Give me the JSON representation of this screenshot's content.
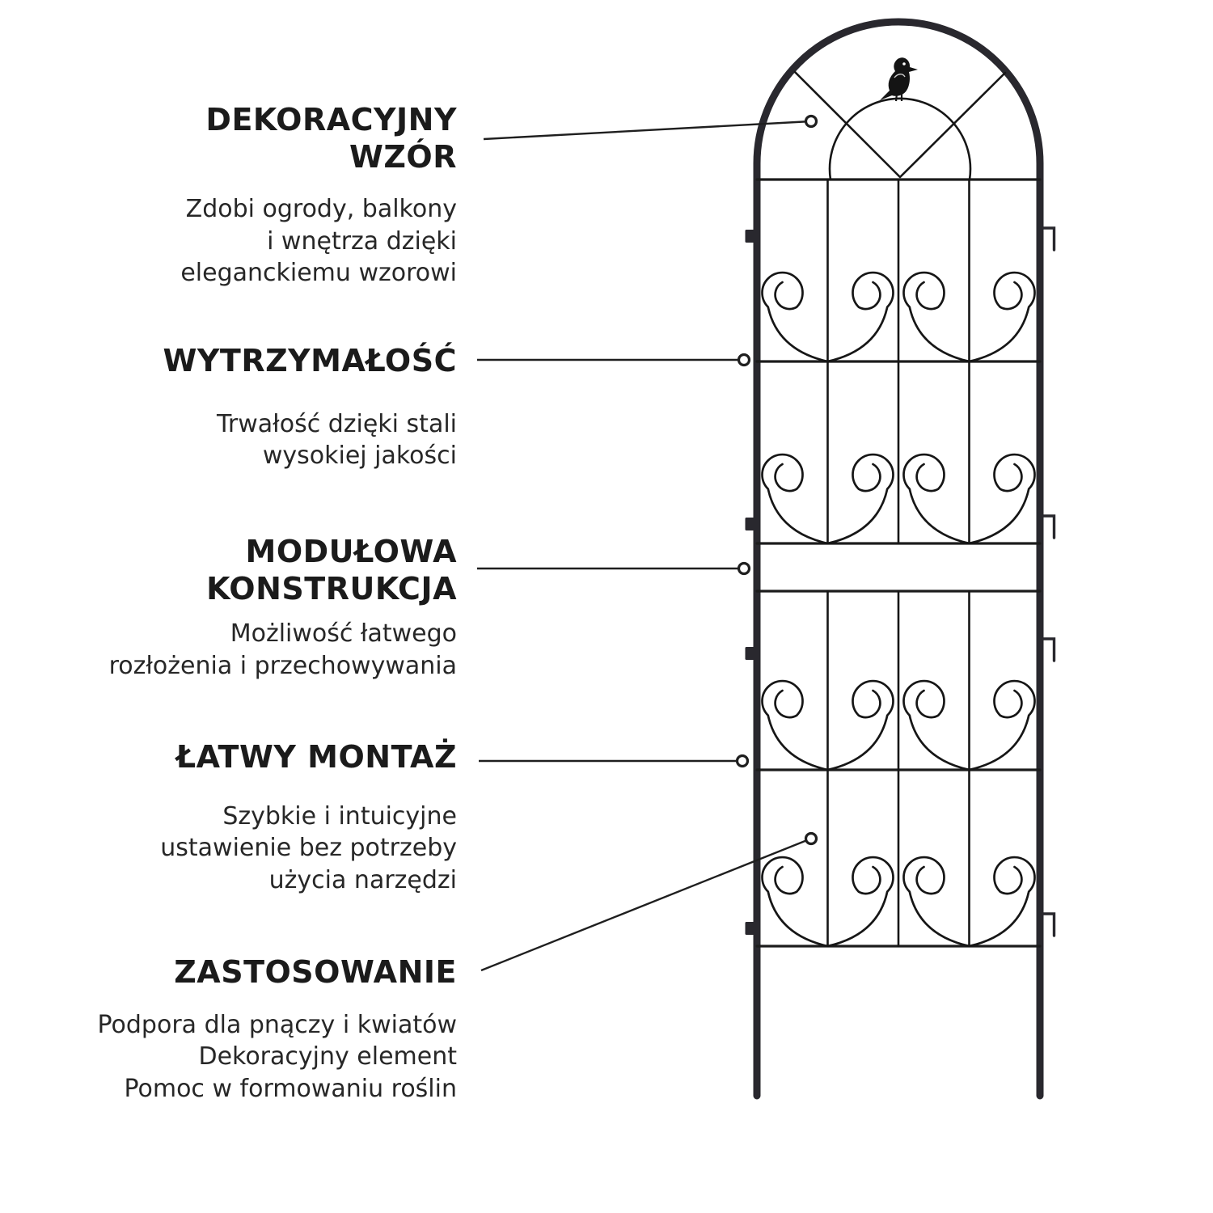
{
  "colors": {
    "background": "#ffffff",
    "heading_text": "#1b1b1b",
    "body_text": "#272727",
    "callout_line": "#1f1f1f",
    "trellis_frame": "#29282e",
    "trellis_wire": "#161616"
  },
  "features": [
    {
      "title_lines": [
        "DEKORACYJNY",
        "WZÓR"
      ],
      "desc_lines": [
        "Zdobi ogrody, balkony",
        "i wnętrza dzięki",
        "eleganckiemu wzorowi"
      ]
    },
    {
      "title_lines": [
        "WYTRZYMAŁOŚĆ"
      ],
      "desc_lines": [
        "Trwałość dzięki stali",
        "wysokiej jakości"
      ]
    },
    {
      "title_lines": [
        "MODUŁOWA",
        "KONSTRUKCJA"
      ],
      "desc_lines": [
        "Możliwość łatwego",
        "rozłożenia i przechowywania"
      ]
    },
    {
      "title_lines": [
        "ŁATWY MONTAŻ"
      ],
      "desc_lines": [
        "Szybkie i intuicyjne",
        "ustawienie bez potrzeby",
        "użycia narzędzi"
      ]
    },
    {
      "title_lines": [
        "ZASTOSOWANIE"
      ],
      "desc_lines": [
        "Podpora dla pnączy i kwiatów",
        "Dekoracyjny element",
        "Pomoc w formowaniu roślin"
      ]
    }
  ],
  "illustration": {
    "name": "metal-garden-trellis-with-bird",
    "icons": [
      "bird-icon",
      "scroll-ornament",
      "callout-dot"
    ]
  }
}
